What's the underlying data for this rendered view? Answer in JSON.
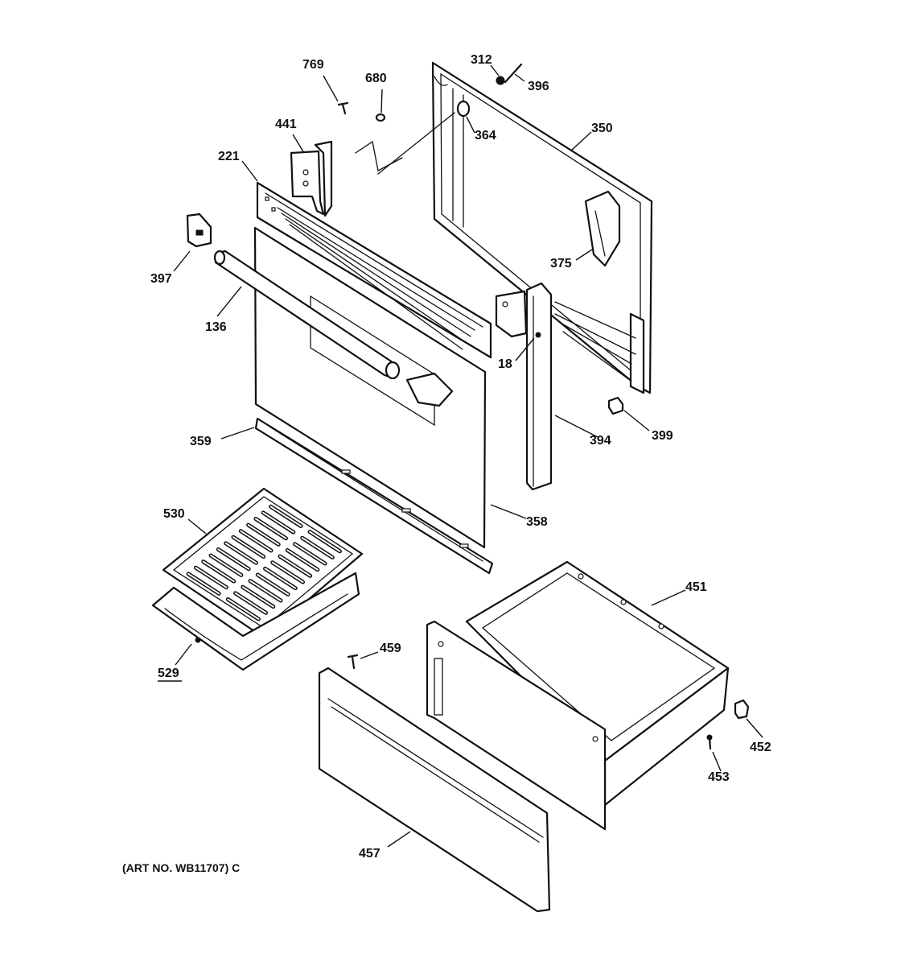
{
  "diagram": {
    "art_number": "(ART NO. WB11707) C",
    "callouts": {
      "p769": "769",
      "p680": "680",
      "p312": "312",
      "p396": "396",
      "p441": "441",
      "p364": "364",
      "p350": "350",
      "p221": "221",
      "p397": "397",
      "p375": "375",
      "p136": "136",
      "p18": "18",
      "p399": "399",
      "p359": "359",
      "p394": "394",
      "p530": "530",
      "p358": "358",
      "p451": "451",
      "p459": "459",
      "p529": "529",
      "p452": "452",
      "p453": "453",
      "p457": "457"
    }
  }
}
